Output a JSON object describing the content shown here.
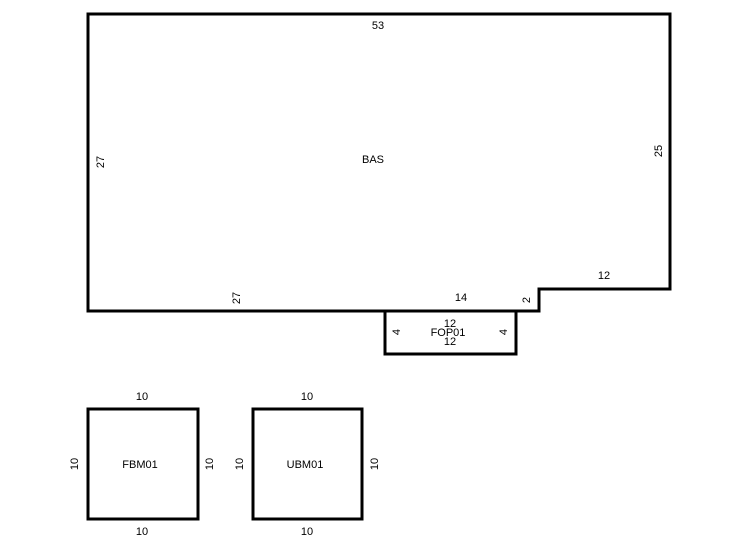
{
  "areas": {
    "bas": {
      "label": "BAS",
      "dims": {
        "top": "53",
        "left": "27",
        "right": "25",
        "bottom_left": "27",
        "bottom_mid": "14",
        "step": "2",
        "bottom_right": "12"
      }
    },
    "fop01": {
      "label": "FOP01",
      "dims": {
        "top": "12",
        "bottom": "12",
        "left": "4",
        "right": "4"
      }
    },
    "fbm01": {
      "label": "FBM01",
      "dims": {
        "top": "10",
        "bottom": "10",
        "left": "10",
        "right": "10"
      }
    },
    "ubm01": {
      "label": "UBM01",
      "dims": {
        "top": "10",
        "bottom": "10",
        "left": "10",
        "right": "10"
      }
    }
  }
}
